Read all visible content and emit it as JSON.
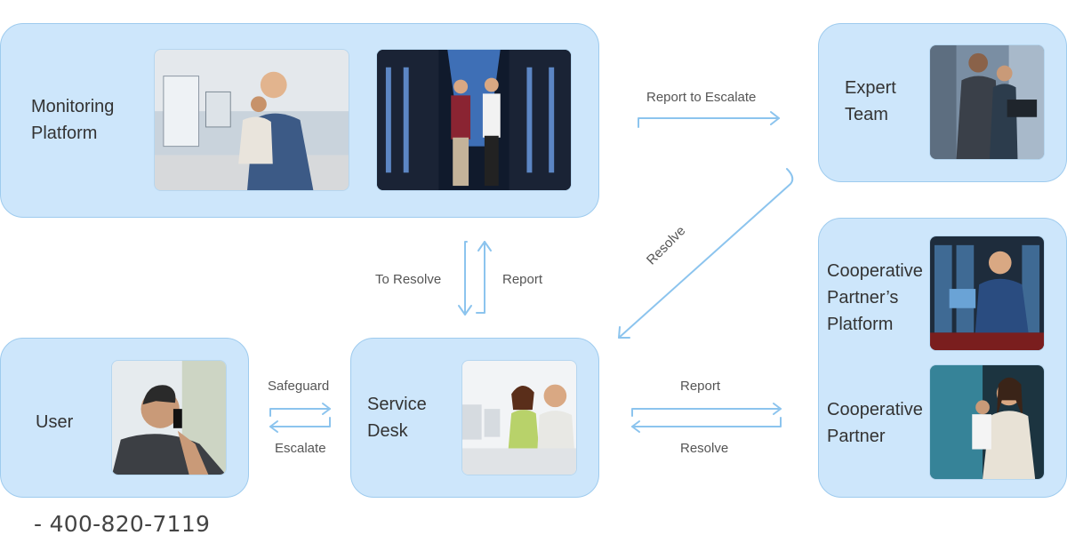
{
  "nodes": {
    "monitoring": {
      "label": "Monitoring\nPlatform"
    },
    "expert": {
      "label": "Expert\nTeam"
    },
    "partner_platform": {
      "label": "Cooperative\nPartner’s\nPlatform"
    },
    "partner": {
      "label": "Cooperative\nPartner"
    },
    "user": {
      "label": "User"
    },
    "service_desk": {
      "label": "Service\nDesk"
    }
  },
  "flows": {
    "report_to_escalate": "Report to Escalate",
    "to_resolve": "To Resolve",
    "report_up": "Report",
    "resolve_diag": "Resolve",
    "safeguard": "Safeguard",
    "escalate": "Escalate",
    "report_right": "Report",
    "resolve_left": "Resolve"
  },
  "footer": {
    "phone": "- 400-820-7119"
  },
  "colors": {
    "box_fill": "#cde6fb",
    "box_border": "#9ecbee",
    "arrow": "#8cc4ee"
  }
}
